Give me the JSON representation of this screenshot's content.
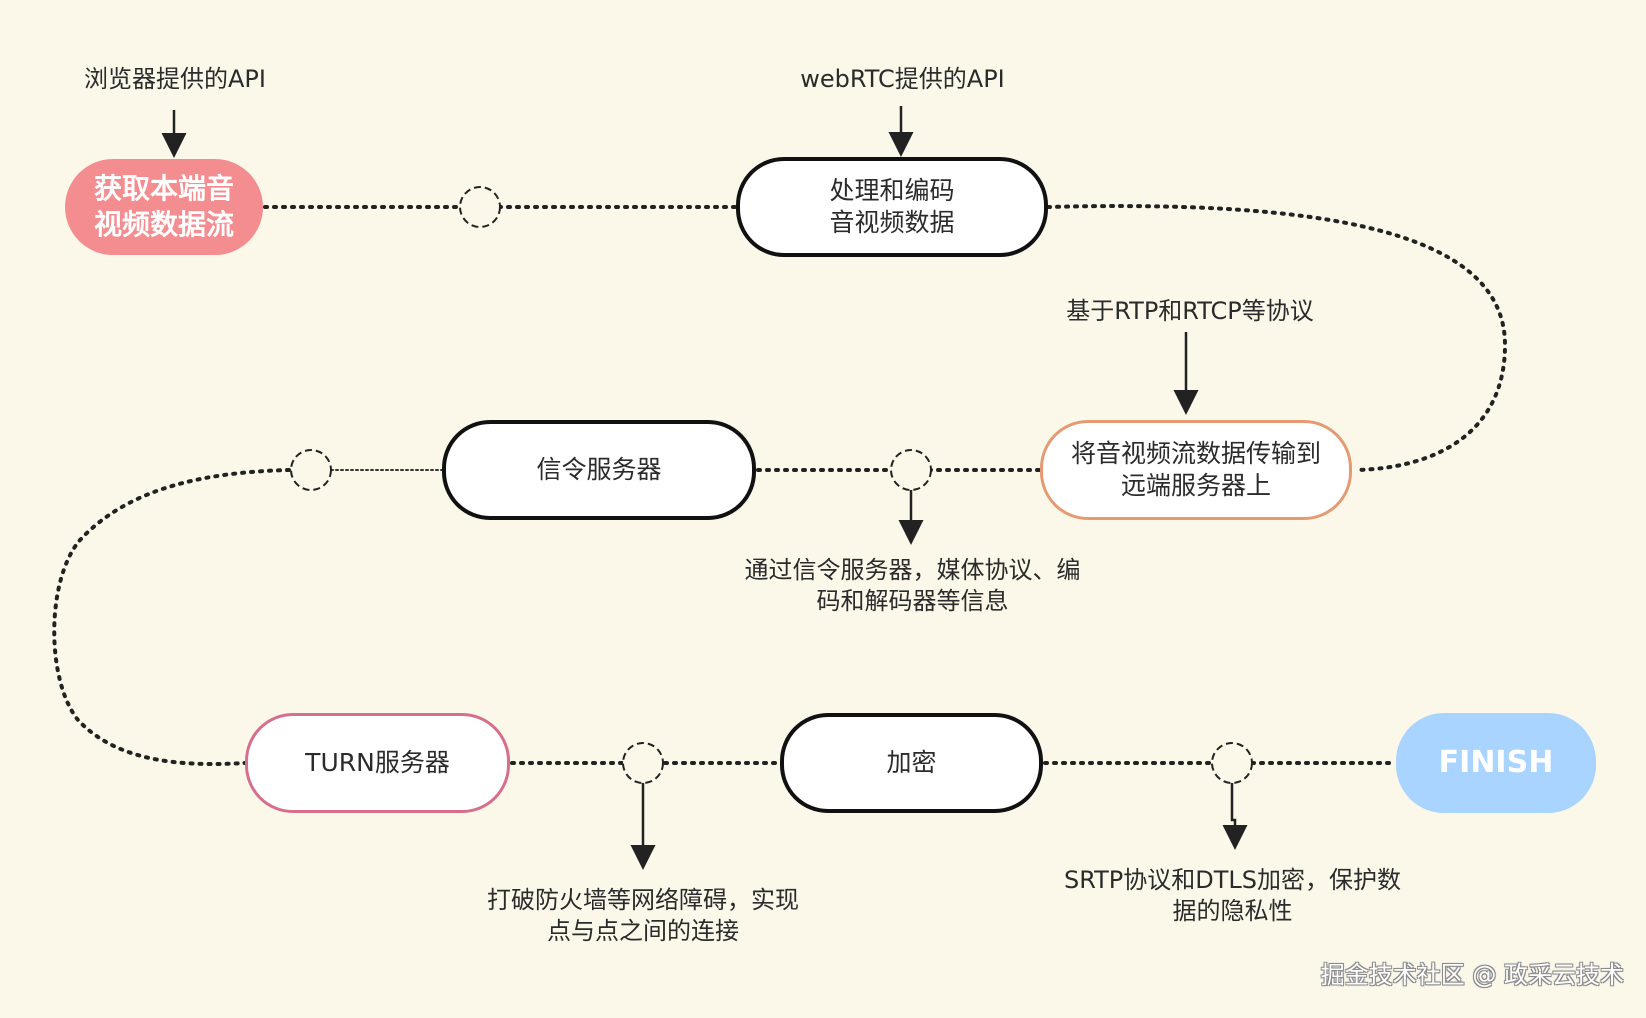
{
  "nodes": {
    "start": "获取本端音\n视频数据流",
    "encode": "处理和编码\n音视频数据",
    "transfer": "将音视频流数据传输到\n远端服务器上",
    "signaling": "信令服务器",
    "turn": "TURN服务器",
    "encrypt": "加密",
    "finish": "FINISH"
  },
  "notes": {
    "browser_api": "浏览器提供的API",
    "webrtc_api": "webRTC提供的API",
    "protocol": "基于RTP和RTCP等协议",
    "signaling_info": "通过信令服务器，媒体协议、编\n码和解码器等信息",
    "firewall": "打破防火墙等网络障碍，实现\n点与点之间的连接",
    "privacy": "SRTP协议和DTLS加密，保护数\n据的隐私性"
  },
  "watermark": "掘金技术社区 @ 政采云技术",
  "colors": {
    "background": "#fbf8ea",
    "start_fill": "#f38d90",
    "finish_fill": "#a8d4ff",
    "transfer_border": "#e49a72",
    "turn_border": "#d56f8c",
    "black_border": "#111111"
  }
}
